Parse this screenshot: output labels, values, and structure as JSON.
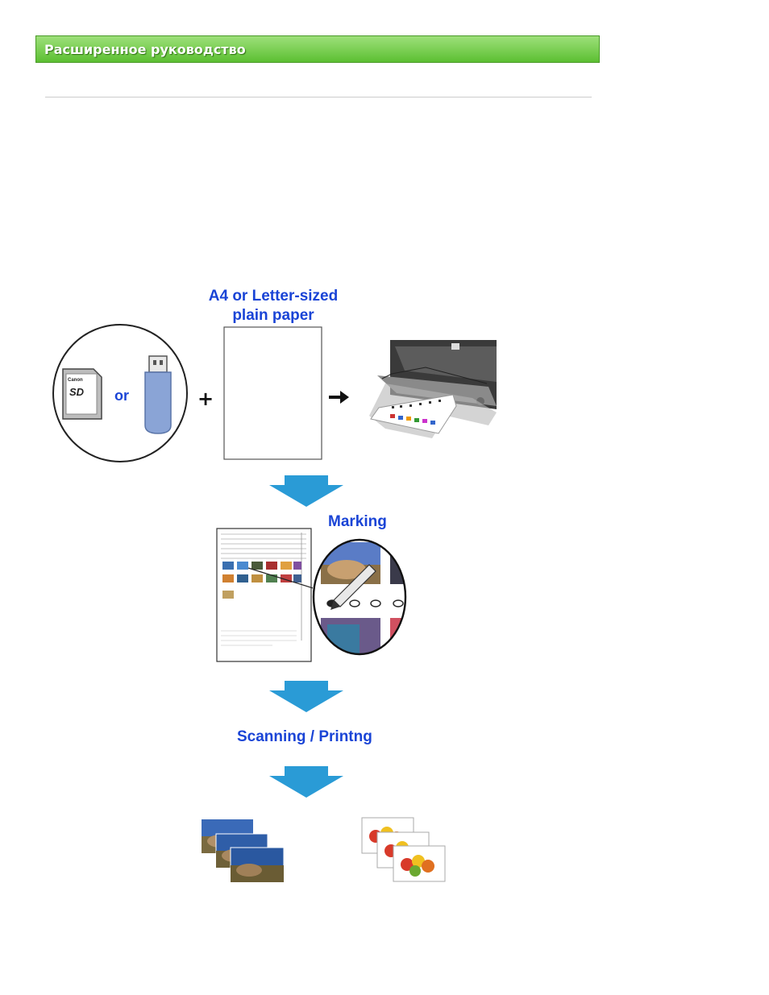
{
  "header": {
    "title": "Расширенное руководство"
  },
  "figure": {
    "paper_label_line1": "A4 or Letter-sized",
    "paper_label_line2": "plain paper",
    "or_label": "or",
    "plus": "+",
    "marking_label": "Marking",
    "scanning_label": "Scanning / Printng",
    "sd_card_brand": "Canon",
    "sd_card_logo": "SD",
    "colors": {
      "accent_blue": "#1a44d6",
      "arrow_blue": "#2a9bd6",
      "header_green": "#6cc63c"
    }
  },
  "icons": {
    "sd_card": "sd-card-icon",
    "usb_drive": "usb-flash-drive-icon",
    "printer": "printer-icon",
    "arrow_right": "arrow-right-icon",
    "arrow_down": "arrow-down-icon",
    "pencil": "pencil-icon"
  }
}
